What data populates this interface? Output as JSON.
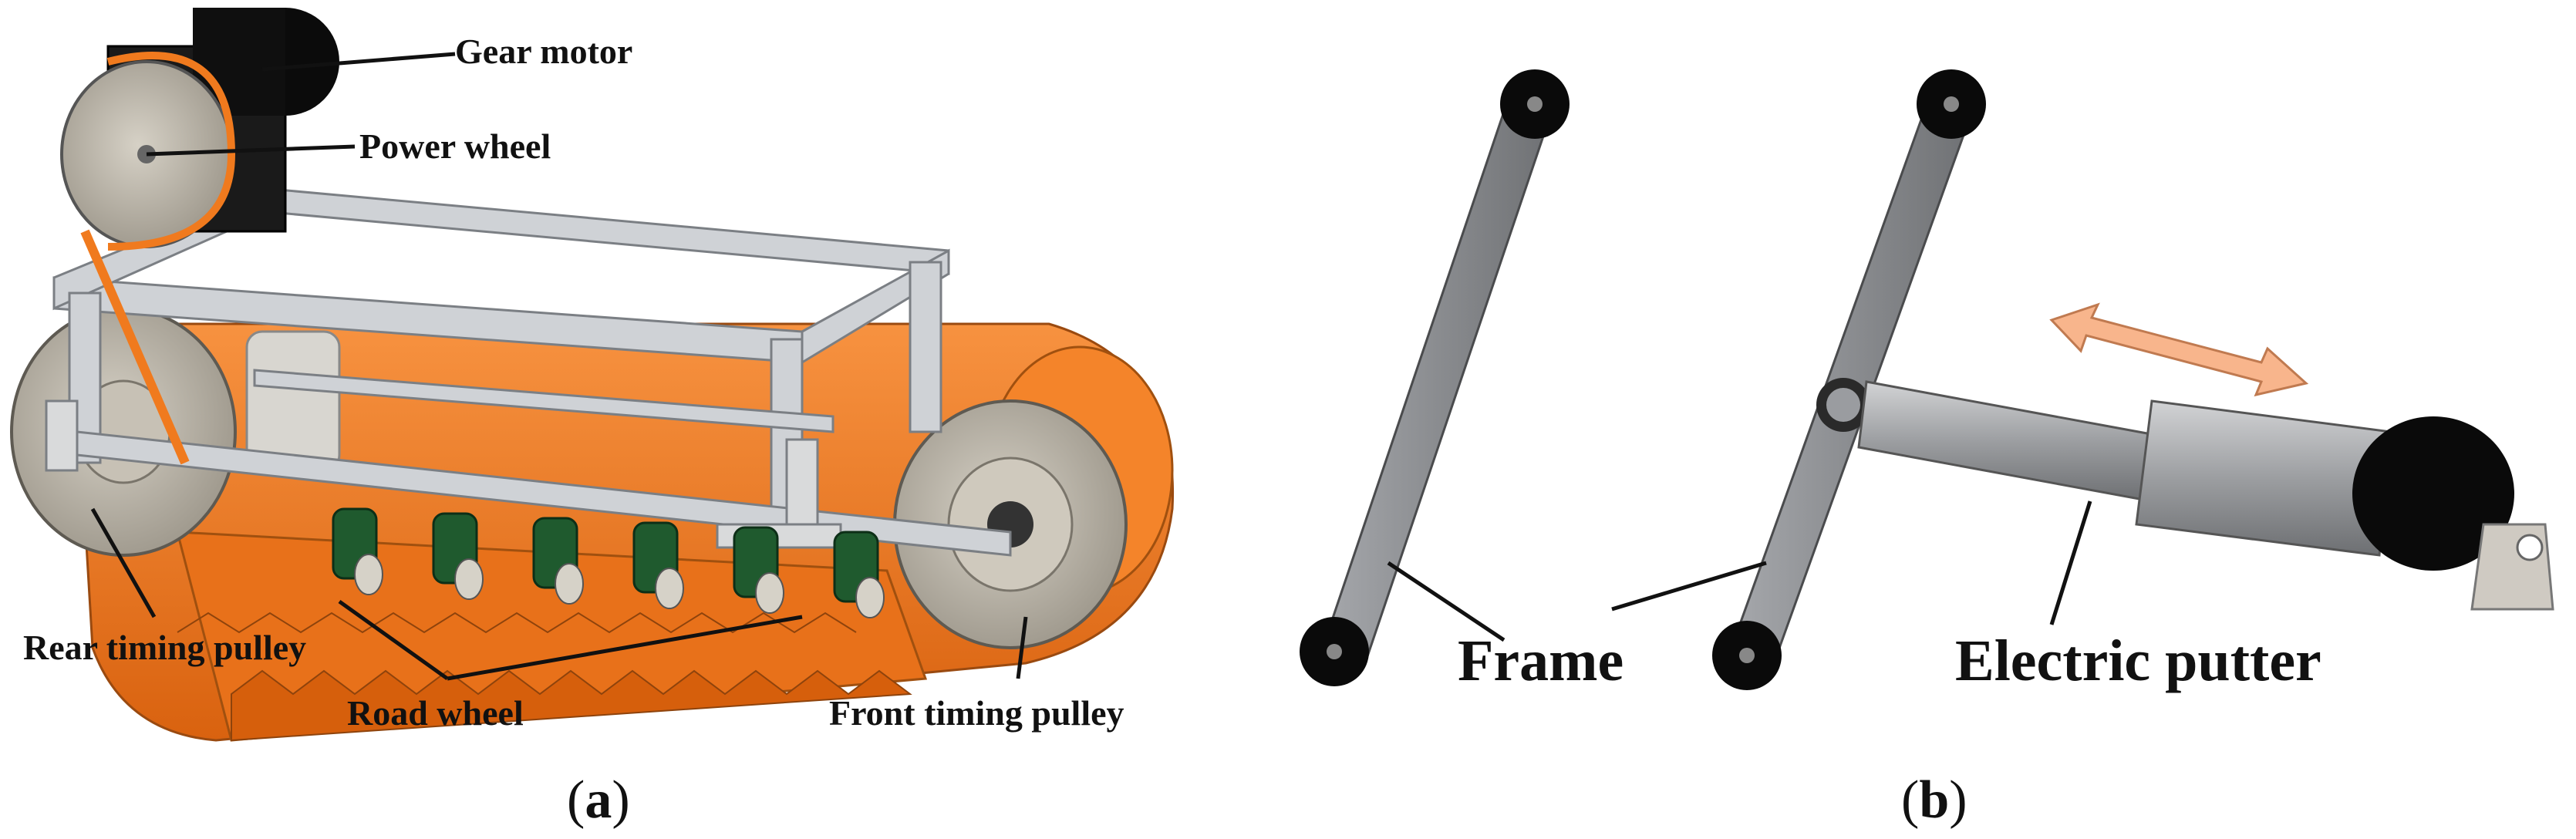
{
  "panel_a": {
    "caption_open": "(",
    "caption_letter": "a",
    "caption_close": ")",
    "labels": {
      "gear_motor": "Gear motor",
      "power_wheel": "Power wheel",
      "rear_timing_pulley": "Rear timing pulley",
      "road_wheel": "Road wheel",
      "front_timing_pulley": "Front timing pulley"
    },
    "road_wheel_count": 6
  },
  "panel_b": {
    "caption_open": "(",
    "caption_letter": "b",
    "caption_close": ")",
    "labels": {
      "frame": "Frame",
      "electric_putter": "Electric putter"
    }
  },
  "colors": {
    "track": "#f07a1e",
    "track_dark": "#c85a10",
    "frame_metal": "#c9ccd0",
    "pulley": "#b9b3a8",
    "road_wheel": "#1f5a2e",
    "motor": "#111111",
    "arm": "#8e9094",
    "arrow": "#f7b48a"
  }
}
